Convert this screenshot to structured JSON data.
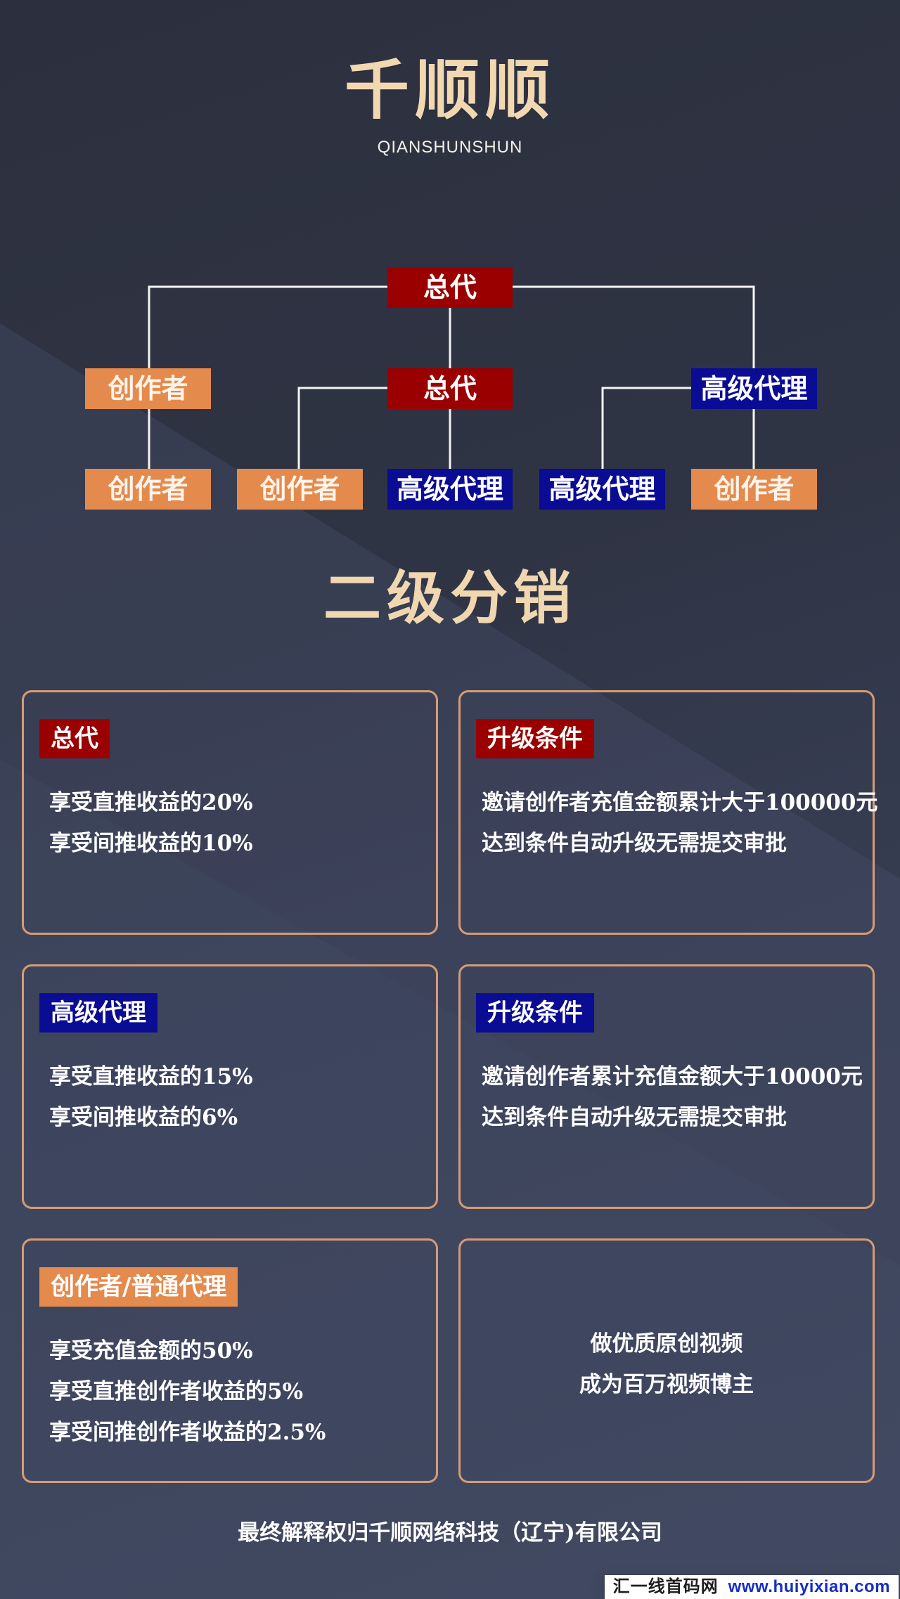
{
  "brand": {
    "title": "千顺顺",
    "subtitle": "QIANSHUNSHUN"
  },
  "diagram": {
    "root": "总代",
    "level2": [
      "创作者",
      "总代",
      "高级代理"
    ],
    "level3": [
      "创作者",
      "创作者",
      "高级代理",
      "高级代理",
      "创作者"
    ]
  },
  "section_title": "二级分销",
  "cards": [
    {
      "label": "总代",
      "lines": [
        "享受直推收益的20%",
        "享受间推收益的10%"
      ]
    },
    {
      "label": "升级条件",
      "lines": [
        "邀请创作者充值金额累计大于100000元",
        "达到条件自动升级无需提交审批"
      ]
    },
    {
      "label": "高级代理",
      "lines": [
        "享受直推收益的15%",
        "享受间推收益的6%"
      ]
    },
    {
      "label": "升级条件",
      "lines": [
        "邀请创作者累计充值金额大于10000元",
        "达到条件自动升级无需提交审批"
      ]
    },
    {
      "label": "创作者/普通代理",
      "lines": [
        "享受充值金额的50%",
        "享受直推创作者收益的5%",
        "享受间推创作者收益的2.5%"
      ]
    },
    {
      "lines": [
        "做优质原创视频",
        "成为百万视频博主"
      ]
    }
  ],
  "footer": "最终解释权归千顺网络科技（辽宁)有限公司",
  "watermark": {
    "main": "汇一线首码网",
    "url": "www.huiyixian.com"
  },
  "colors": {
    "background": "#2f3444",
    "gold": "#f1d7b0",
    "border": "#d59b74",
    "red": "#9b0000",
    "blue": "#0a0c94",
    "orange": "#e48a4d",
    "white": "#ffffff"
  }
}
